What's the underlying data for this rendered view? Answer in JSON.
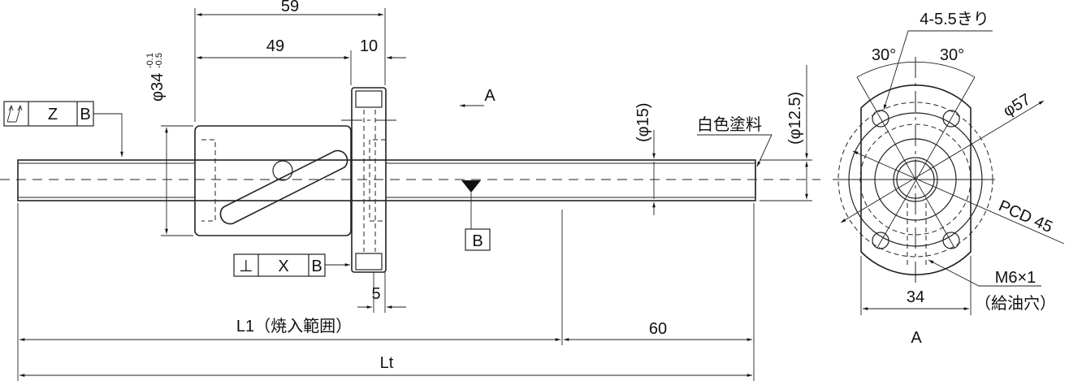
{
  "drawing": {
    "dims": {
      "overall_nut": "59",
      "nut_body": "49",
      "flange_thk": "10",
      "flange_step": "5",
      "nut_dia": "φ34",
      "nut_dia_tol_upper": "-0.1",
      "nut_dia_tol_lower": "-0.5",
      "shaft_dia": "(φ15)",
      "end_dia": "(φ12.5)",
      "l1": "L1（焼入範囲）",
      "end_len": "60",
      "total": "Lt"
    },
    "paint_note": "白色塗料",
    "view_arrow_label": "A",
    "gdt_runout": {
      "symbol": "total-runout",
      "tolerance": "Z",
      "datum": "B"
    },
    "gdt_perp": {
      "symbol": "⊥",
      "tolerance": "X",
      "datum": "B"
    },
    "datum_label": "B",
    "end_view": {
      "holes": "4-5.5きり",
      "angle_left": "30°",
      "angle_right": "30°",
      "flange_dia": "φ57",
      "pcd": "PCD 45",
      "oil_hole": "M6×1",
      "oil_hole_note": "（給油穴）",
      "width": "34",
      "view_label": "A"
    }
  }
}
